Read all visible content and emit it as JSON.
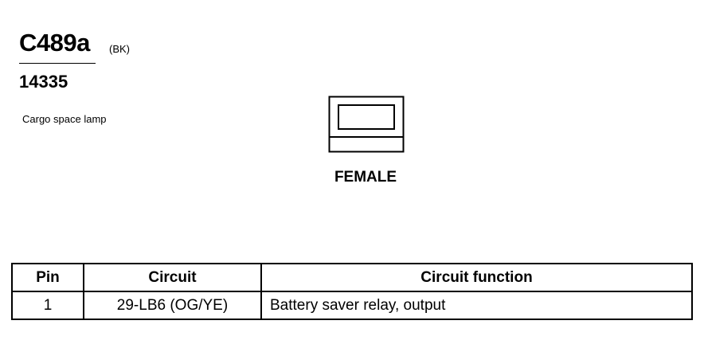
{
  "connector": {
    "id": "C489a",
    "color": "(BK)",
    "part_number": "14335",
    "description": "Cargo space lamp"
  },
  "diagram": {
    "gender_label": "FEMALE"
  },
  "pin_table": {
    "headers": [
      "Pin",
      "Circuit",
      "Circuit function"
    ],
    "rows": [
      {
        "pin": "1",
        "circuit": "29-LB6 (OG/YE)",
        "function": "Battery saver relay, output"
      }
    ]
  }
}
